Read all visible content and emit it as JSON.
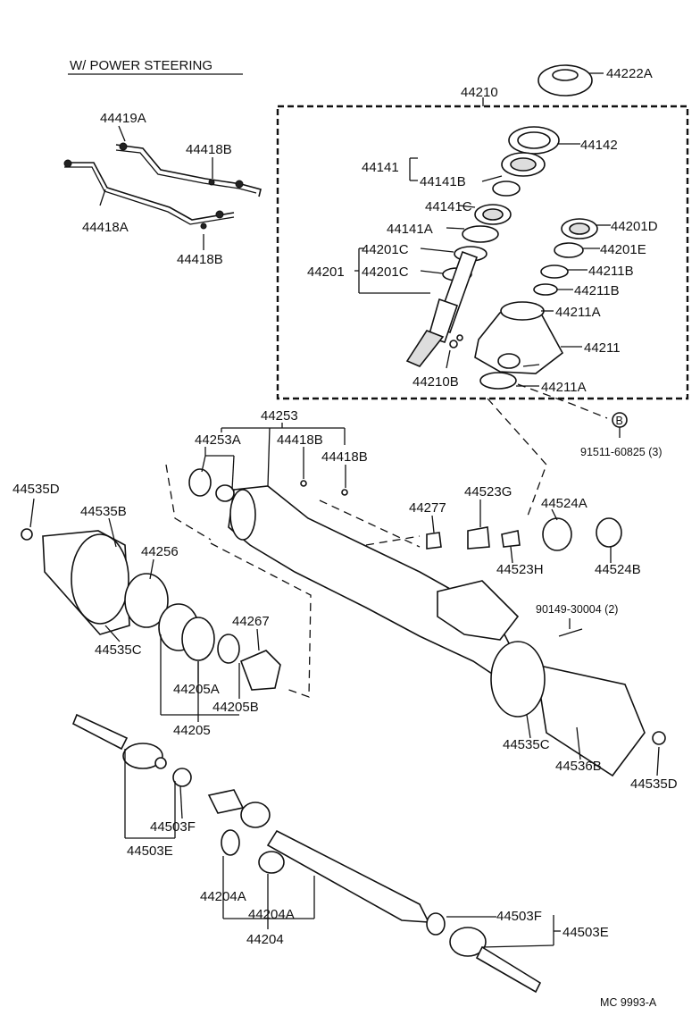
{
  "title": "W/ POWER STEERING",
  "diagram_code": "MC  9993-A",
  "callouts": {
    "c44222A": "44222A",
    "c44210": "44210",
    "c44142": "44142",
    "c44141": "44141",
    "c44141B": "44141B",
    "c44141C": "44141C",
    "c44141A": "44141A",
    "c44201C_1": "44201C",
    "c44201": "44201",
    "c44201C_2": "44201C",
    "c44201D": "44201D",
    "c44201E": "44201E",
    "c44211B_1": "44211B",
    "c44211B_2": "44211B",
    "c44211A_1": "44211A",
    "c44211": "44211",
    "c44210B": "44210B",
    "c44211A_2": "44211A",
    "c91511": "91511-60825 (3)",
    "cB": "B",
    "c44419A": "44419A",
    "c44418B_1": "44418B",
    "c44418A": "44418A",
    "c44418B_2": "44418B",
    "c44253": "44253",
    "c44253A": "44253A",
    "c44418B_3": "44418B",
    "c44418B_4": "44418B",
    "c44535D_1": "44535D",
    "c44535B": "44535B",
    "c44256": "44256",
    "c44535C_1": "44535C",
    "c44267": "44267",
    "c44205A": "44205A",
    "c44205B": "44205B",
    "c44205": "44205",
    "c44277": "44277",
    "c44523G": "44523G",
    "c44524A": "44524A",
    "c44523H": "44523H",
    "c44524B": "44524B",
    "c90149": "90149-30004 (2)",
    "c44535C_2": "44535C",
    "c44536B": "44536B",
    "c44535D_2": "44535D",
    "c44503F_1": "44503F",
    "c44503E_1": "44503E",
    "c44204A_1": "44204A",
    "c44204A_2": "44204A",
    "c44204": "44204",
    "c44503F_2": "44503F",
    "c44503E_2": "44503E"
  }
}
